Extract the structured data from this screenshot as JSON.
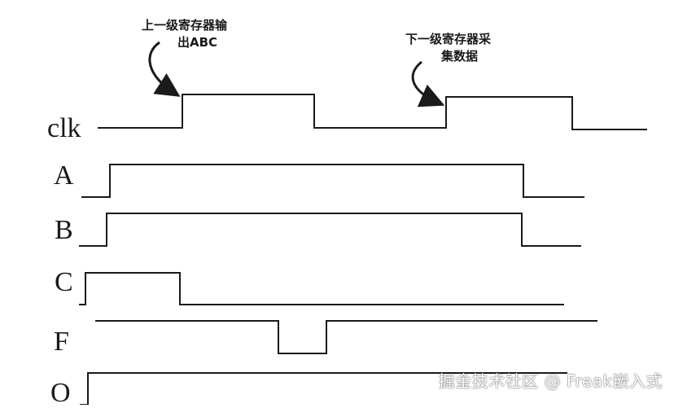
{
  "signals": {
    "clk": {
      "label": "clk"
    },
    "a": {
      "label": "A"
    },
    "b": {
      "label": "B"
    },
    "c": {
      "label": "C"
    },
    "f": {
      "label": "F"
    },
    "o": {
      "label": "O"
    }
  },
  "annotations": {
    "upper_register": {
      "line1": "上一级寄存器输",
      "line2": "出ABC"
    },
    "lower_register": {
      "line1": "下一级寄存器采",
      "line2": "集数据"
    }
  },
  "watermark": {
    "text": "掘金技术社区 @ Freak嵌入式"
  },
  "colors": {
    "wave": "#1a1a1a",
    "background": "#ffffff"
  }
}
